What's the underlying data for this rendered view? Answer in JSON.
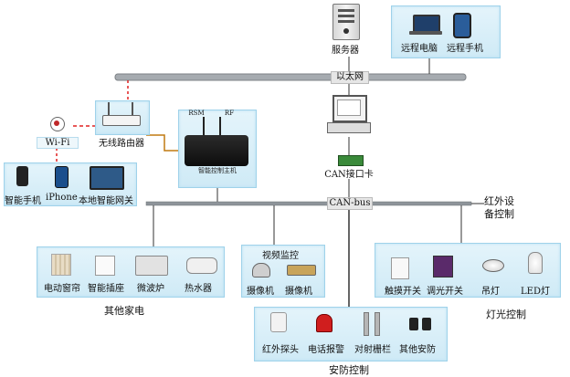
{
  "colors": {
    "ethernet_bus": "#9aa0a6",
    "can_bus": "#8a9096",
    "panel_bg": "#d8eef8",
    "panel_border": "#9fd2ea",
    "dashed_link": "#e02020",
    "router_link": "#c07a10",
    "device_line": "#333333"
  },
  "top": {
    "server": "服务器",
    "remote_pc": "远程电脑",
    "remote_phone": "远程手机",
    "ethernet": "以太网"
  },
  "left": {
    "wifi": "Wi-Fi",
    "router": "无线路由器",
    "smartphone": "智能手机",
    "iphone": "iPhone",
    "local_gateway": "本地智能网关"
  },
  "center": {
    "host_rsm": "RSM",
    "host_rf": "RF",
    "host_label": "智能控制主机",
    "can_card": "CAN接口卡",
    "can_bus": "CAN-bus"
  },
  "right": {
    "ir_control_line1": "红外设",
    "ir_control_line2": "备控制"
  },
  "appliances": {
    "items": [
      "电动窗帘",
      "智能插座",
      "微波炉",
      "热水器"
    ],
    "caption": "其他家电"
  },
  "video": {
    "title": "视频监控",
    "items": [
      "摄像机",
      "摄像机"
    ]
  },
  "lighting": {
    "items": [
      "触摸开关",
      "调光开关",
      "吊灯",
      "LED灯"
    ],
    "caption": "灯光控制"
  },
  "security": {
    "items": [
      "红外探头",
      "电话报警",
      "对射栅栏",
      "其他安防"
    ],
    "caption": "安防控制"
  }
}
